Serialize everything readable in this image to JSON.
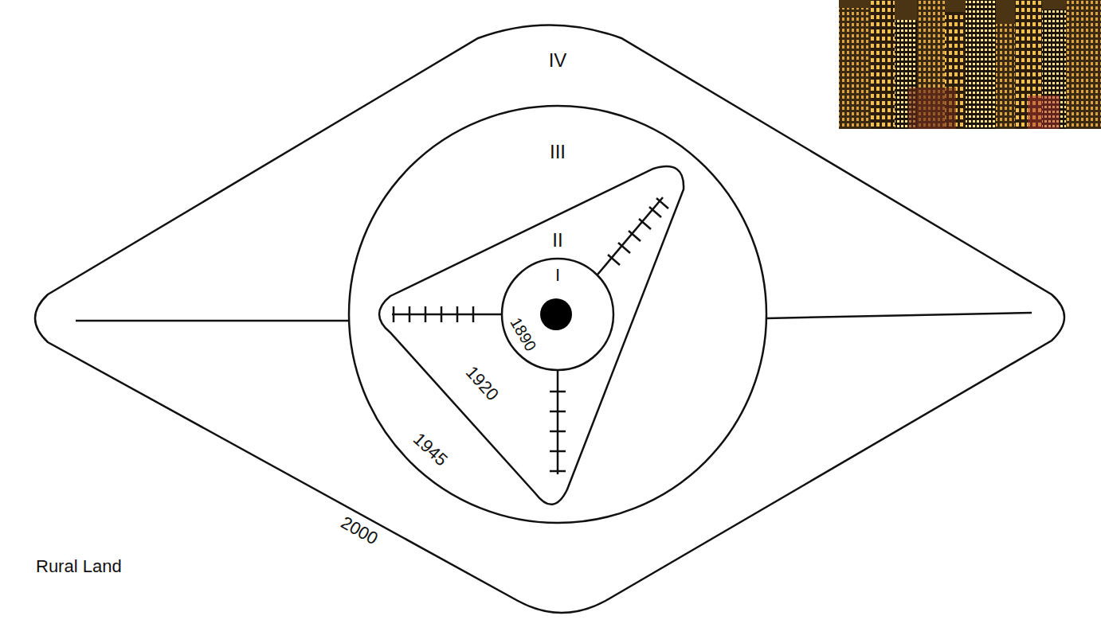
{
  "diagram": {
    "nodes": [
      {
        "text": [
          "IV",
          "2000"
        ]
      },
      {
        "text": [
          "III",
          "1945"
        ],
        "in": 0
      },
      {
        "text": [
          "II",
          "1920"
        ],
        "in": 1
      },
      {
        "text": [
          "I",
          "1890"
        ],
        "in": 2
      }
    ],
    "labels": [
      "Rural Land"
    ]
  }
}
